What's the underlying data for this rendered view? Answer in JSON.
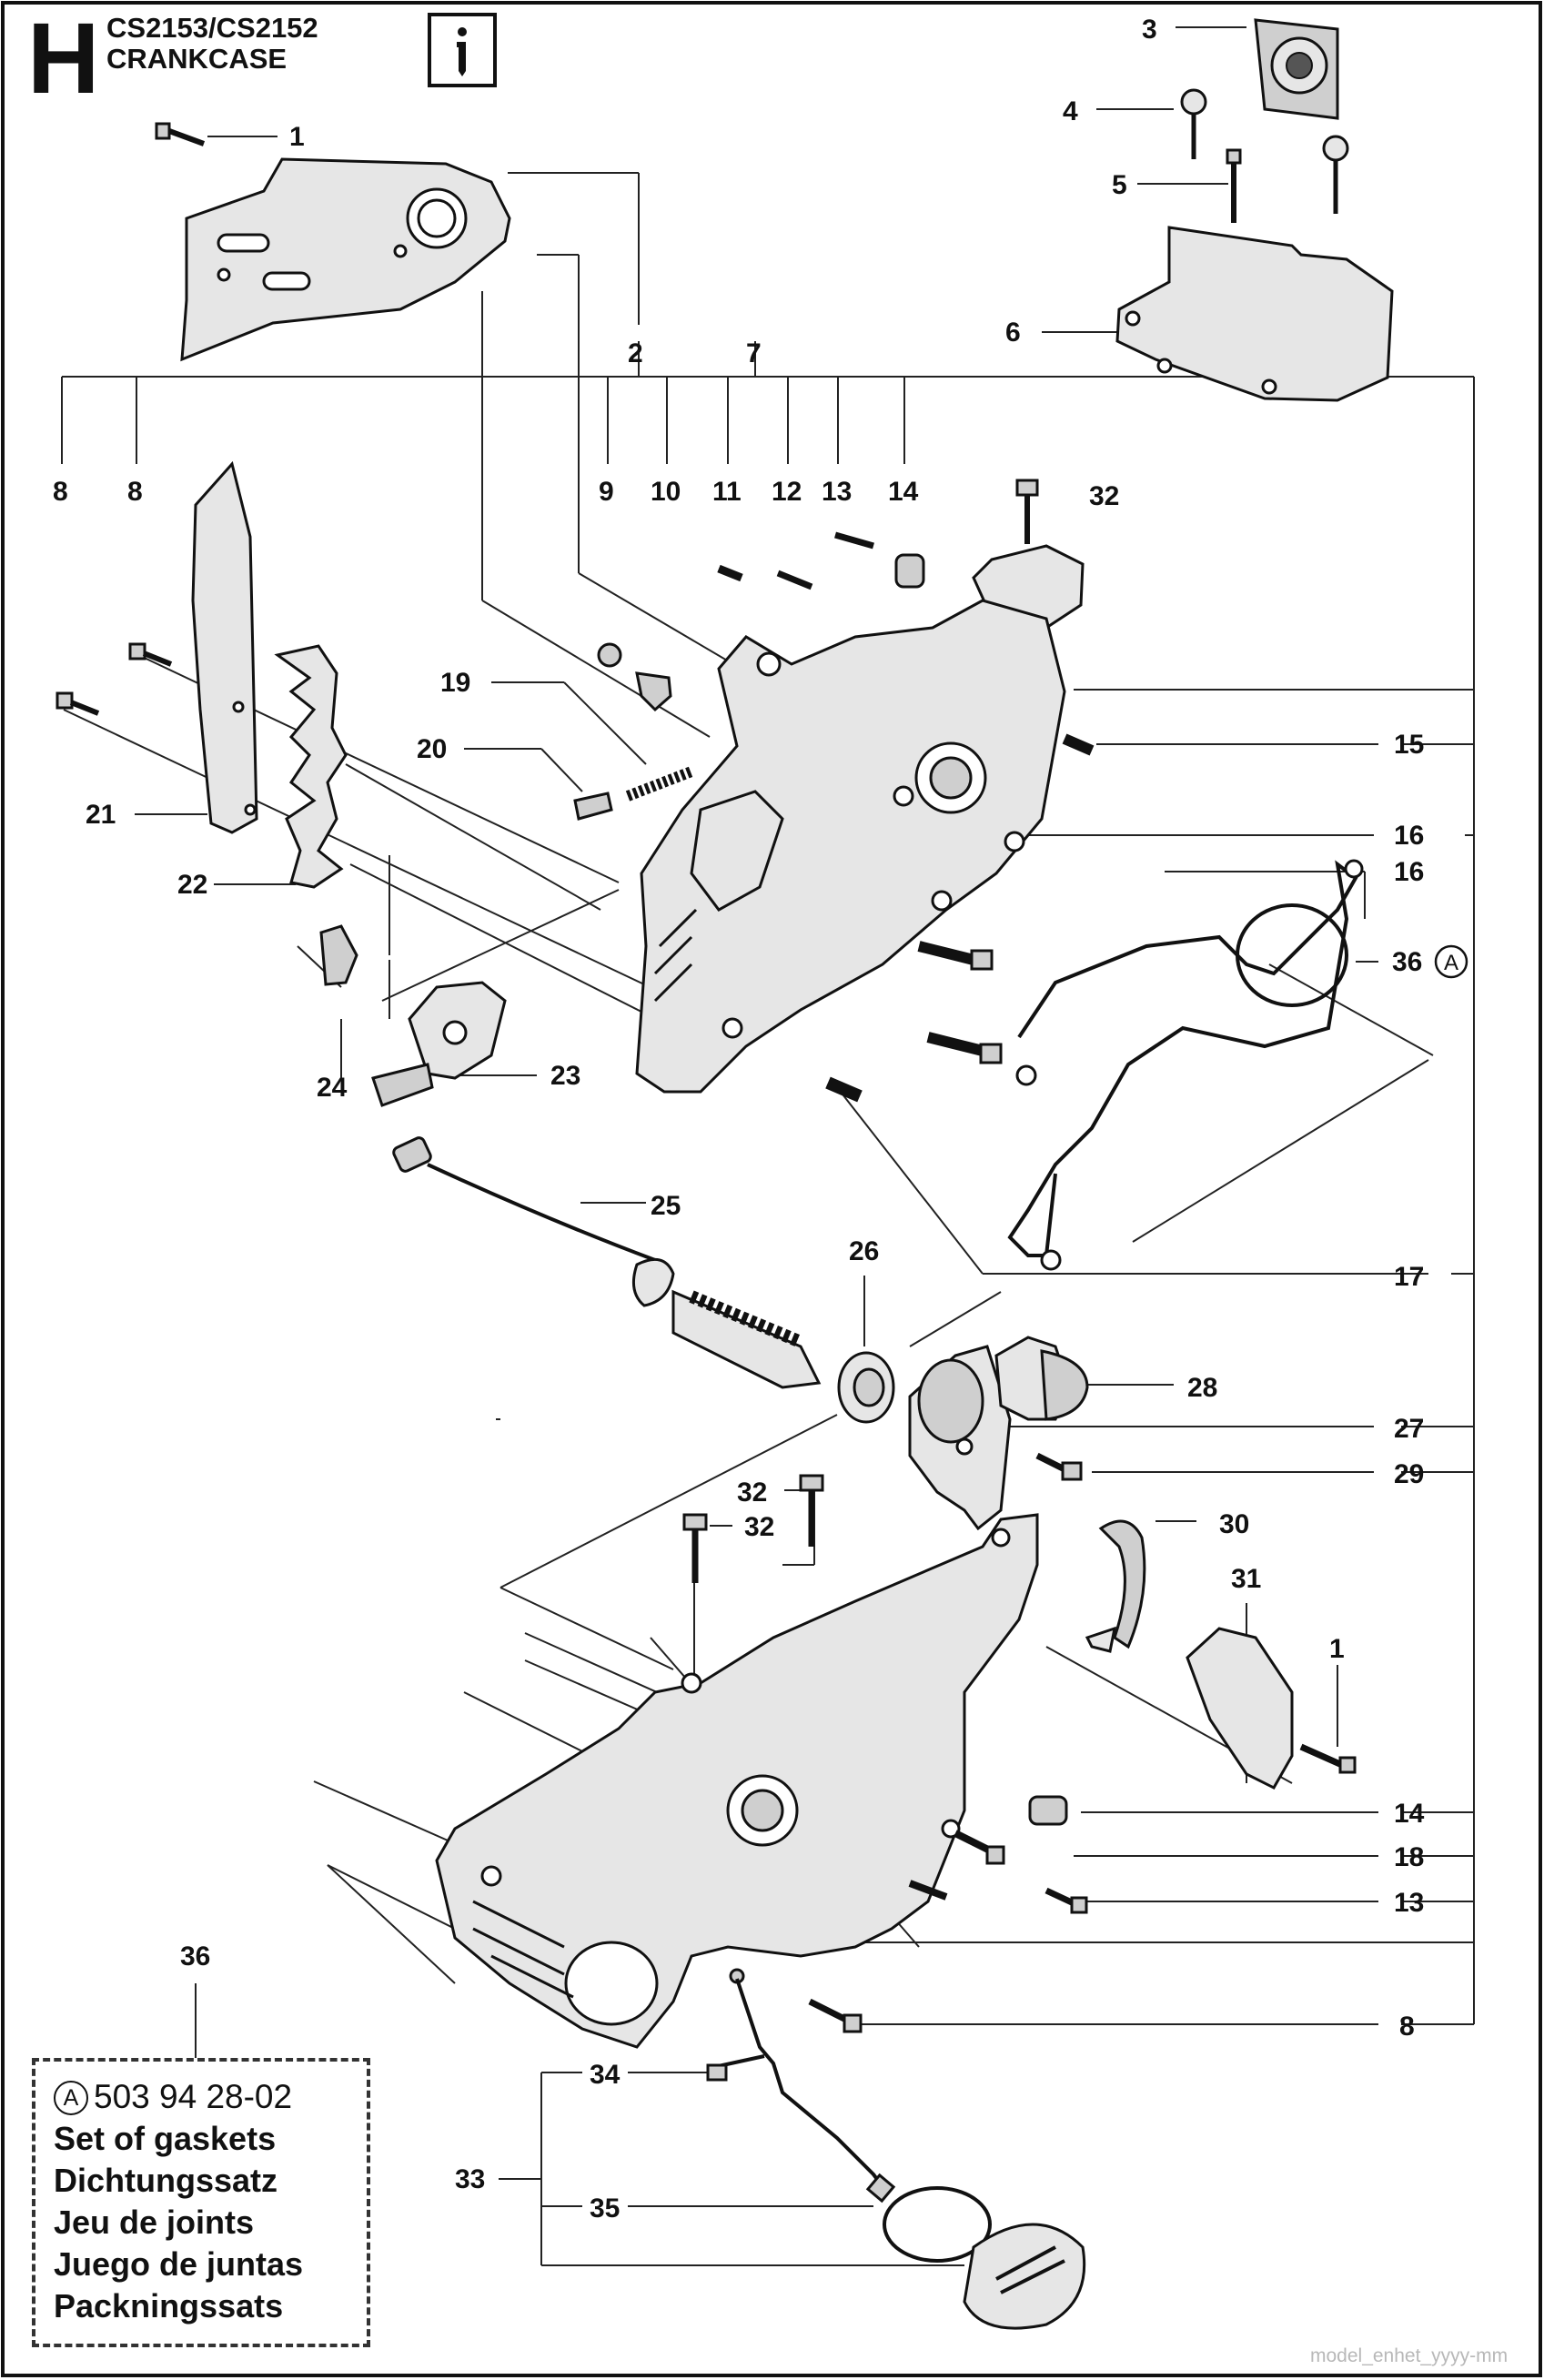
{
  "header": {
    "section_letter": "H",
    "model": "CS2153/CS2152",
    "subtitle": "CRANKCASE",
    "info_icon": "wrench-info-icon"
  },
  "callouts": [
    {
      "id": "c1a",
      "label": "1"
    },
    {
      "id": "c2",
      "label": "2"
    },
    {
      "id": "c3",
      "label": "3"
    },
    {
      "id": "c4",
      "label": "4"
    },
    {
      "id": "c5",
      "label": "5"
    },
    {
      "id": "c6",
      "label": "6"
    },
    {
      "id": "c7",
      "label": "7"
    },
    {
      "id": "c8a",
      "label": "8"
    },
    {
      "id": "c8b",
      "label": "8"
    },
    {
      "id": "c9",
      "label": "9"
    },
    {
      "id": "c10",
      "label": "10"
    },
    {
      "id": "c11",
      "label": "11"
    },
    {
      "id": "c12",
      "label": "12"
    },
    {
      "id": "c13a",
      "label": "13"
    },
    {
      "id": "c14a",
      "label": "14"
    },
    {
      "id": "c32a",
      "label": "32"
    },
    {
      "id": "c19",
      "label": "19"
    },
    {
      "id": "c20",
      "label": "20"
    },
    {
      "id": "c15",
      "label": "15"
    },
    {
      "id": "c21",
      "label": "21"
    },
    {
      "id": "c16a",
      "label": "16"
    },
    {
      "id": "c16b",
      "label": "16"
    },
    {
      "id": "c22",
      "label": "22"
    },
    {
      "id": "c36a",
      "label": "36"
    },
    {
      "id": "c24",
      "label": "24"
    },
    {
      "id": "c23",
      "label": "23"
    },
    {
      "id": "c25",
      "label": "25"
    },
    {
      "id": "c26",
      "label": "26"
    },
    {
      "id": "c17",
      "label": "17"
    },
    {
      "id": "c28",
      "label": "28"
    },
    {
      "id": "c27",
      "label": "27"
    },
    {
      "id": "c32b",
      "label": "32"
    },
    {
      "id": "c29",
      "label": "29"
    },
    {
      "id": "c32c",
      "label": "32"
    },
    {
      "id": "c30",
      "label": "30"
    },
    {
      "id": "c31",
      "label": "31"
    },
    {
      "id": "c1b",
      "label": "1"
    },
    {
      "id": "c14b",
      "label": "14"
    },
    {
      "id": "c18",
      "label": "18"
    },
    {
      "id": "c13b",
      "label": "13"
    },
    {
      "id": "c36b",
      "label": "36"
    },
    {
      "id": "c8c",
      "label": "8"
    },
    {
      "id": "c34",
      "label": "34"
    },
    {
      "id": "c33",
      "label": "33"
    },
    {
      "id": "c35",
      "label": "35"
    }
  ],
  "ref_marker": "A",
  "gasket_set": {
    "ref": "A",
    "part_number": "503 94 28-02",
    "lines": [
      "Set of gaskets",
      "Dichtungssatz",
      "Jeu de joints",
      "Juego de juntas",
      "Packningssats"
    ]
  },
  "watermark": "model_enhet_yyyy-mm"
}
